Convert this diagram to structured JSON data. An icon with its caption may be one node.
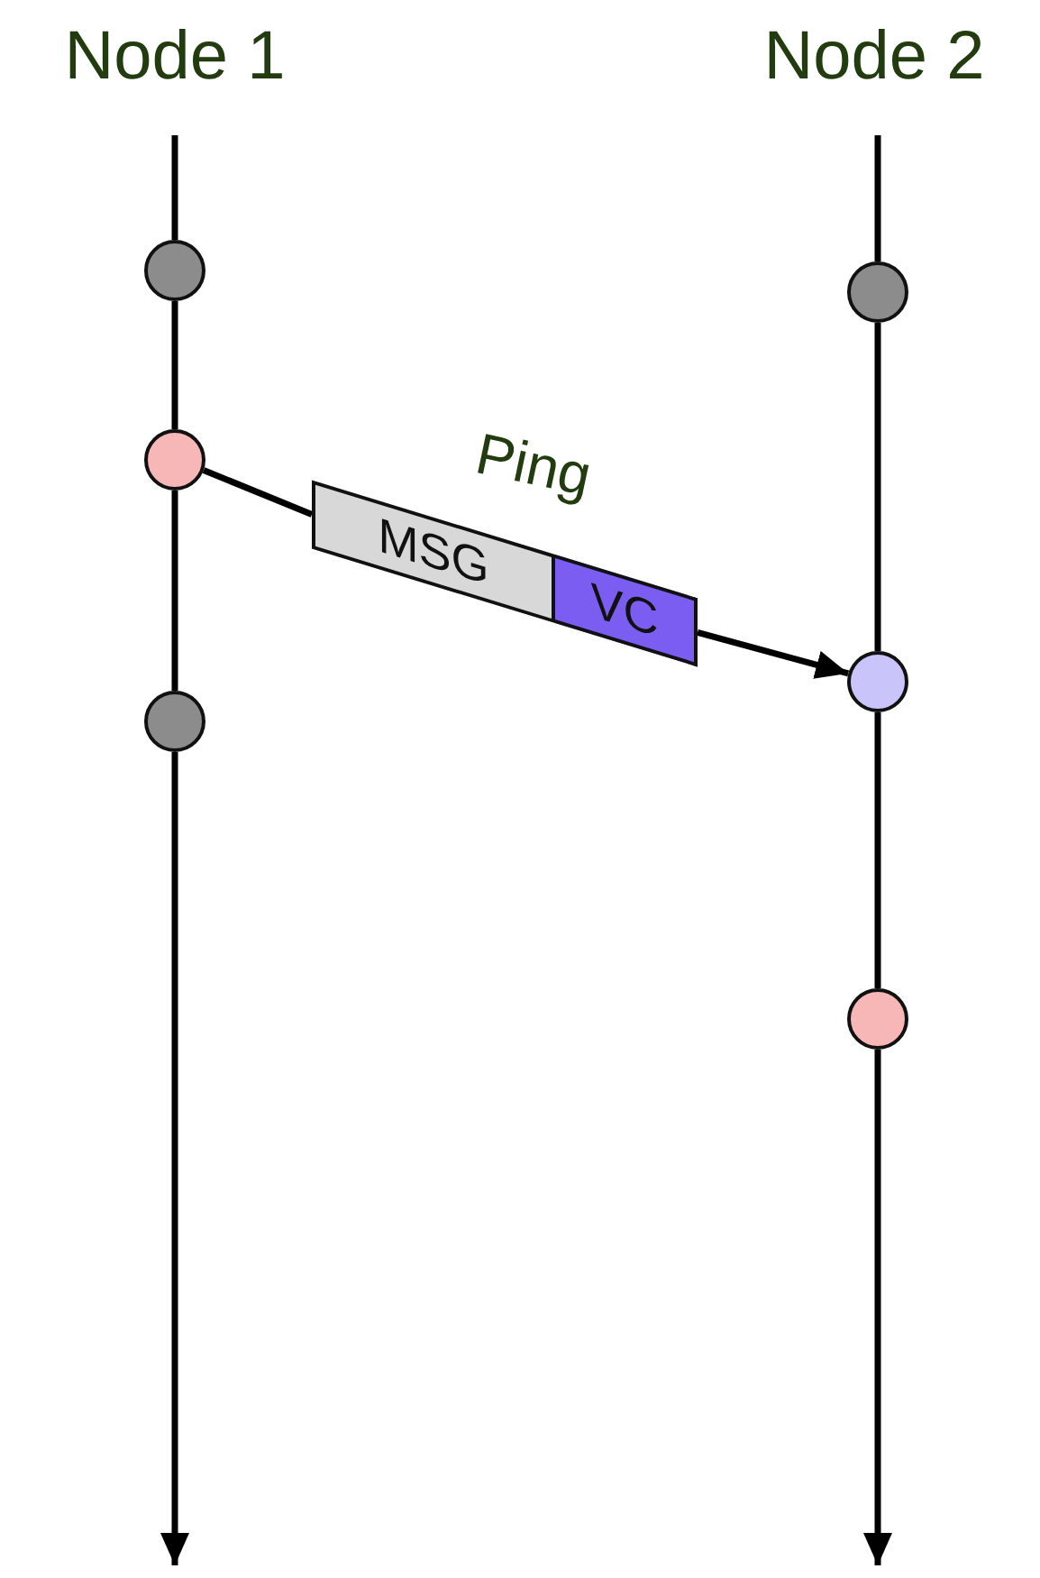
{
  "diagram": {
    "nodes": [
      {
        "text": [],
        "shape": "circle"
      },
      {
        "text": [],
        "shape": "circle"
      },
      {
        "text": [],
        "shape": "circle"
      },
      {
        "text": [],
        "shape": "circle"
      },
      {
        "text": [],
        "shape": "circle"
      },
      {
        "text": [],
        "shape": "circle"
      },
      {
        "text": [
          "MSG"
        ]
      },
      {
        "text": [
          "VC"
        ]
      }
    ],
    "edges": [
      {
        "from": null,
        "to": 0,
        "arrow": "none"
      },
      {
        "from": 0,
        "to": 1,
        "arrow": "none"
      },
      {
        "from": 1,
        "to": 2,
        "arrow": "none"
      },
      {
        "from": 2,
        "to": null,
        "arrow": "to"
      },
      {
        "from": null,
        "to": 3,
        "arrow": "none"
      },
      {
        "from": 3,
        "to": 4,
        "arrow": "none"
      },
      {
        "from": 4,
        "to": 5,
        "arrow": "none"
      },
      {
        "from": 5,
        "to": null,
        "arrow": "to"
      },
      {
        "from": 1,
        "to": 6,
        "arrow": "none"
      },
      {
        "from": 7,
        "to": 4,
        "arrow": "to"
      }
    ],
    "labels": [
      "Node 1",
      "Node 2",
      "Ping"
    ]
  }
}
